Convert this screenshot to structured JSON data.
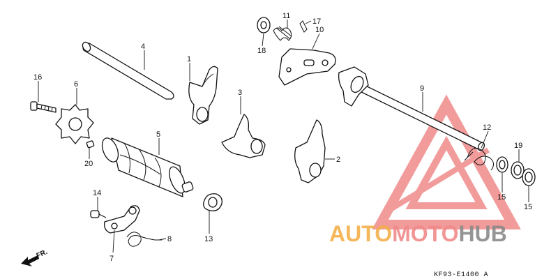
{
  "diagram": {
    "callouts": {
      "c1": "1",
      "c2": "2",
      "c3": "3",
      "c4": "4",
      "c5": "5",
      "c6": "6",
      "c7": "7",
      "c8": "8",
      "c9": "9",
      "c10": "10",
      "c11": "11",
      "c12": "12",
      "c13": "13",
      "c14": "14",
      "c15a": "15",
      "c15b": "15",
      "c16": "16",
      "c17": "17",
      "c18": "18",
      "c19": "19",
      "c20": "20"
    },
    "direction_label": "FR.",
    "diagram_code": "KF93-E1400 A"
  },
  "watermark": {
    "part1": "AUTO",
    "part2": "MOTO",
    "part3": "HUB",
    "colors": {
      "red": "#f08a8a",
      "orange": "#f3b04a",
      "gray": "#8a8a8a"
    }
  }
}
